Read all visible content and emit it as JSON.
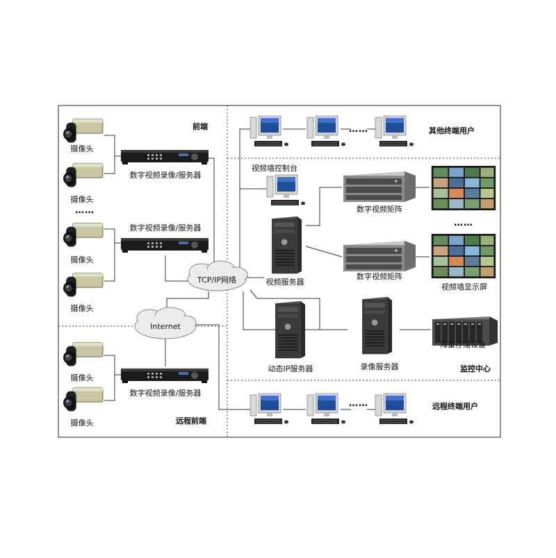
{
  "sections": {
    "front_end": "前端",
    "remote_front_end": "远程前端",
    "other_terminal_users": "其他终端用户",
    "monitoring_center": "监控中心",
    "remote_terminal_users": "远程终端用户"
  },
  "labels": {
    "camera": "摄像头",
    "dvr": "数字视频录像/服务器",
    "ellipsis_cameras": "……",
    "ellipsis_pcs": "……",
    "ellipsis_screens": "……",
    "tcpip_network": "TCP/IP网络",
    "internet": "Internet",
    "video_wall_console": "视频墙控制台",
    "video_server": "视频服务器",
    "digital_video_matrix": "数字视频矩阵",
    "video_wall_display": "视频墙显示屏",
    "dynamic_ip_server": "动态IP服务器",
    "recording_server": "录像服务器",
    "mass_storage": "海量存储设备"
  }
}
